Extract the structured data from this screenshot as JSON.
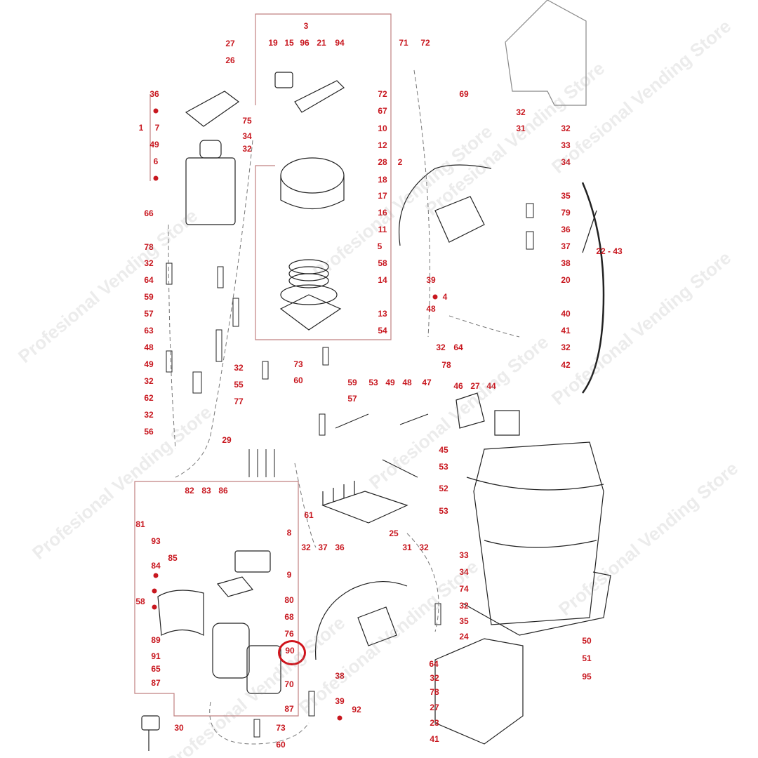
{
  "diagram": {
    "watermark": "Profesional Vending Store",
    "highlighted_part": "90",
    "accent_color": "#c8171f",
    "labels": [
      "27",
      "26",
      "36",
      "1",
      "7",
      "49",
      "6",
      "66",
      "78",
      "32",
      "64",
      "59",
      "57",
      "63",
      "48",
      "49",
      "32",
      "62",
      "32",
      "56",
      "3",
      "19",
      "15",
      "96",
      "21",
      "94",
      "71",
      "72",
      "72",
      "67",
      "75",
      "34",
      "32",
      "10",
      "12",
      "2",
      "28",
      "18",
      "17",
      "16",
      "11",
      "5",
      "58",
      "14",
      "13",
      "54",
      "39",
      "4",
      "48",
      "32",
      "64",
      "78",
      "73",
      "60",
      "32",
      "55",
      "77",
      "29",
      "59",
      "57",
      "53",
      "49",
      "48",
      "47",
      "46",
      "27",
      "44",
      "45",
      "53",
      "52",
      "53",
      "25",
      "61",
      "69",
      "32",
      "31",
      "32",
      "33",
      "34",
      "35",
      "79",
      "36",
      "37",
      "38",
      "20",
      "40",
      "41",
      "32",
      "42",
      "22 - 43",
      "81",
      "82",
      "83",
      "86",
      "8",
      "93",
      "85",
      "9",
      "84",
      "80",
      "58",
      "68",
      "76",
      "89",
      "91",
      "65",
      "90",
      "87",
      "70",
      "87",
      "30",
      "73",
      "60",
      "32",
      "37",
      "36",
      "31",
      "32",
      "33",
      "34",
      "74",
      "32",
      "35",
      "24",
      "64",
      "38",
      "32",
      "78",
      "39",
      "92",
      "27",
      "23",
      "41",
      "50",
      "51",
      "95"
    ]
  }
}
